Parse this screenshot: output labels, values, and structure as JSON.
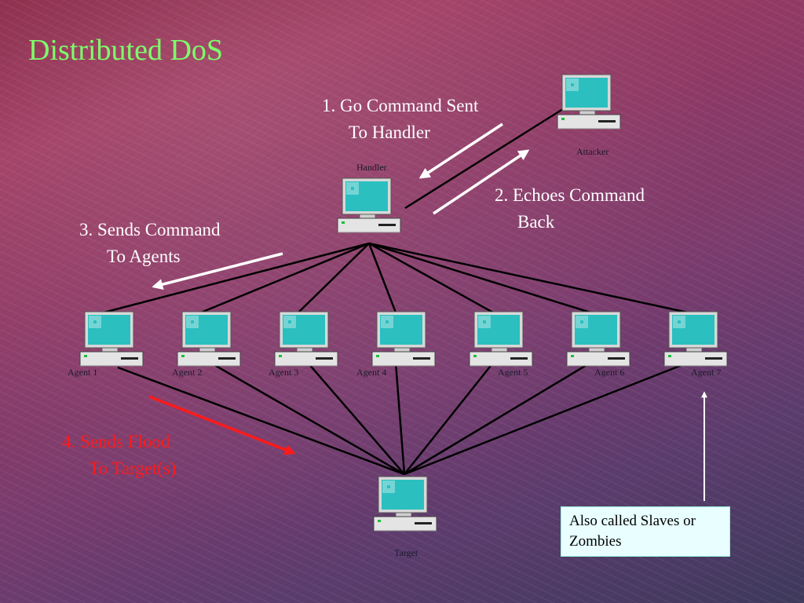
{
  "title": "Distributed DoS",
  "steps": {
    "step1": [
      "1.  Go Command Sent",
      "To Handler"
    ],
    "step2": [
      "2. Echoes Command",
      "Back"
    ],
    "step3": [
      "3. Sends Command",
      "To Agents"
    ],
    "step4": [
      "4. Sends Flood",
      "To Target(s)"
    ]
  },
  "nodes": {
    "attacker": "Attacker",
    "handler": "Handler",
    "agents": [
      "Agent 1",
      "Agent 2",
      "Agent 3",
      "Agent 4",
      "Agent 5",
      "Agent 6",
      "Agent 7"
    ],
    "target": "Target"
  },
  "note": "Also called Slaves or Zombies",
  "colors": {
    "title": "#7cff6a",
    "step_text": "#ffffff",
    "flood_text": "#ff1a1a",
    "links": "#000000",
    "arrows": "#ffffff",
    "flood_arrow": "#ff1a1a",
    "screen": "#2bbfc0",
    "note_bg": "#e8feff"
  },
  "icons": [
    "computer-icon"
  ]
}
